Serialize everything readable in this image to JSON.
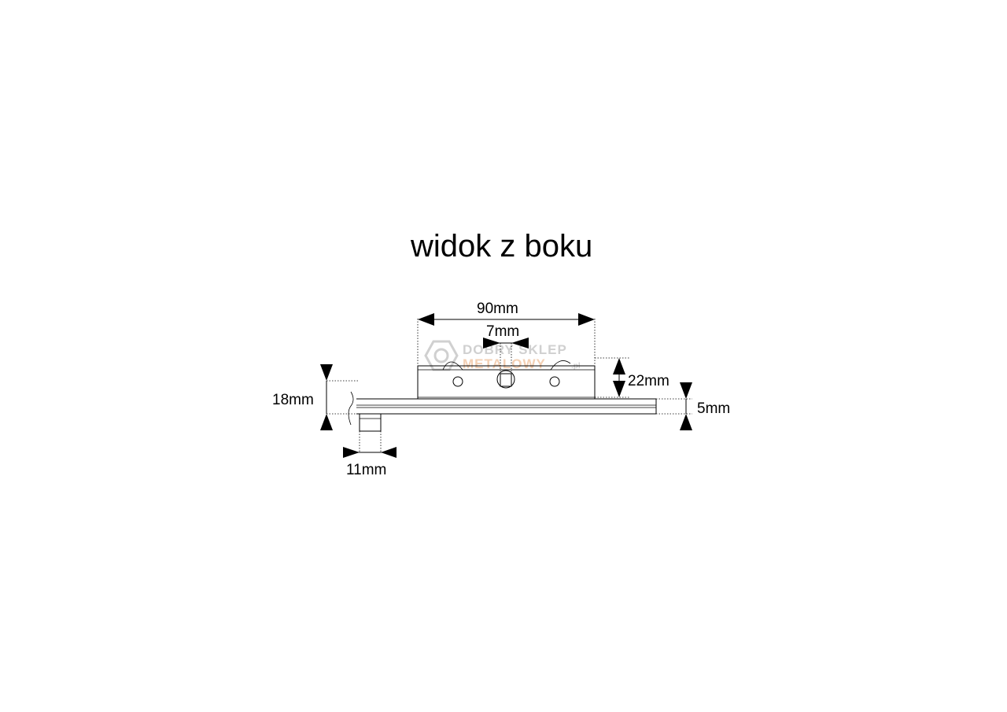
{
  "title": "widok z boku",
  "dimensions": {
    "length": "90mm",
    "pin": "7mm",
    "height": "22mm",
    "total": "18mm",
    "plate": "5mm",
    "foot": "11mm"
  },
  "watermark": {
    "line1": "DOBRY SKLEP",
    "line2": "METALOWY",
    "suffix": ".pl",
    "icon": "hex-nut-icon"
  }
}
